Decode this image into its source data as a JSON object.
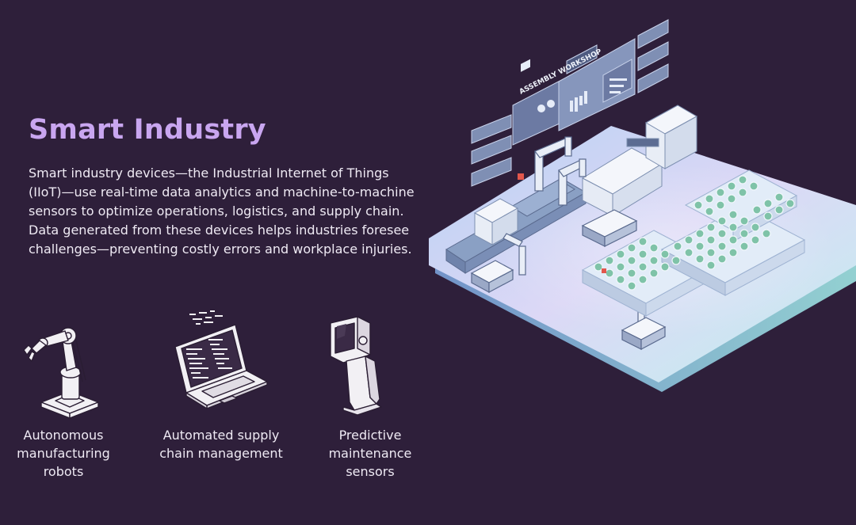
{
  "title": "Smart Industry",
  "intro": "Smart industry devices—the Industrial Internet of Things (IIoT)—use real-time data analytics and machine-to-machine sensors to optimize operations, logistics, and supply chain. Data generated from these devices helps industries foresee challenges—preventing costly errors and workplace injuries.",
  "features": [
    {
      "label": "Autonomous manufacturing robots",
      "icon": "robot-arm-icon"
    },
    {
      "label": "Automated supply chain management",
      "icon": "laptop-icon"
    },
    {
      "label": "Predictive maintenance sensors",
      "icon": "handheld-sensor-icon"
    }
  ],
  "scene": {
    "panel_label": "ASSEMBLY WORKSHOP"
  },
  "colors": {
    "background": "#2e1f3a",
    "title": "#c9a6f0",
    "text": "#efeaf4"
  }
}
